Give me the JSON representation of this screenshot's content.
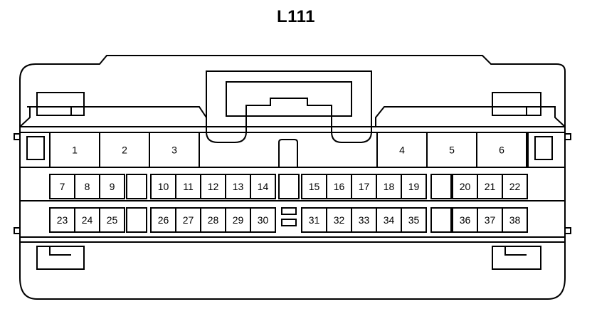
{
  "title": "L111",
  "connector": {
    "colors": {
      "line": "#000000",
      "fill": "#ffffff"
    },
    "pins": [
      {
        "row": "top",
        "labels": [
          "1",
          "2",
          "3",
          "4",
          "5",
          "6"
        ]
      },
      {
        "row": "middle",
        "labels": [
          "7",
          "8",
          "9",
          "10",
          "11",
          "12",
          "13",
          "14",
          "15",
          "16",
          "17",
          "18",
          "19",
          "20",
          "21",
          "22"
        ]
      },
      {
        "row": "bottom",
        "labels": [
          "23",
          "24",
          "25",
          "26",
          "27",
          "28",
          "29",
          "30",
          "31",
          "32",
          "33",
          "34",
          "35",
          "36",
          "37",
          "38"
        ]
      }
    ]
  }
}
